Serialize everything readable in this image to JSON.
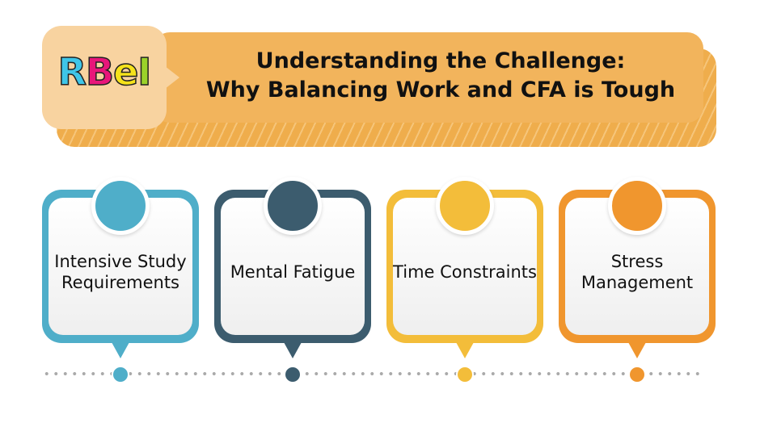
{
  "header": {
    "logo_text": "RBeI",
    "title_line1": "Understanding the Challenge:",
    "title_line2": "Why Balancing Work and CFA is Tough"
  },
  "cards": [
    {
      "label": "Intensive Study Requirements",
      "color": "#4faec9"
    },
    {
      "label": "Mental Fatigue",
      "color": "#3c5c6e"
    },
    {
      "label": "Time Constraints",
      "color": "#f3bd3a"
    },
    {
      "label": "Stress Management",
      "color": "#f0962e"
    }
  ]
}
